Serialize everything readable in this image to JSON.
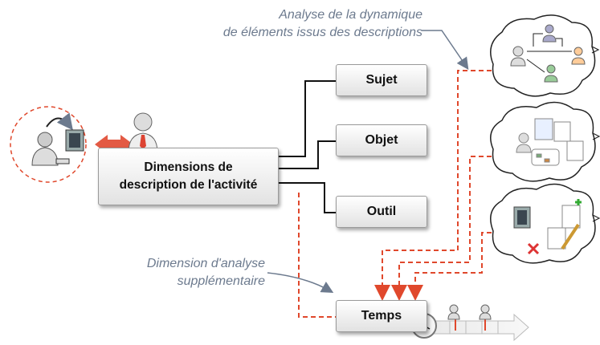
{
  "notes": {
    "dynamics_line1": "Analyse de la dynamique",
    "dynamics_line2": "de éléments issus des descriptions",
    "extra_line1": "Dimension d'analyse",
    "extra_line2": "supplémentaire"
  },
  "main_box": {
    "line1": "Dimensions de",
    "line2": "description de l'activité"
  },
  "dimensions": [
    "Sujet",
    "Objet",
    "Outil",
    "Temps"
  ],
  "colors": {
    "dashed_red": "#e0482c",
    "arrow_red": "#e35a44",
    "note_gray": "#6c7a8e"
  }
}
